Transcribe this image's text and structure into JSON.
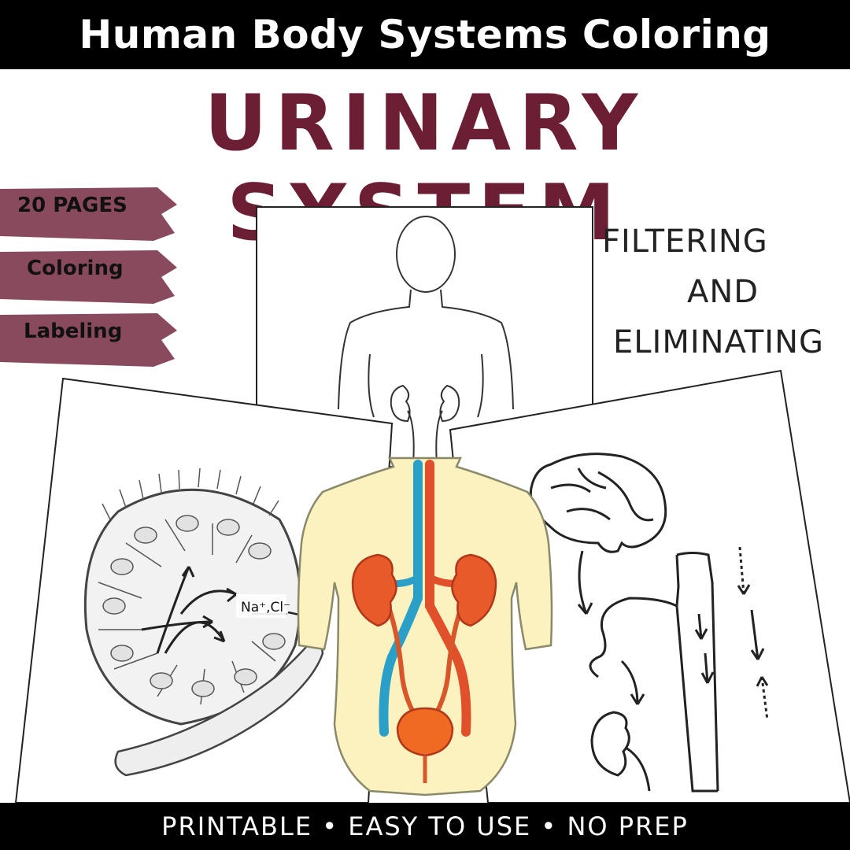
{
  "header": {
    "series_title": "Human Body Systems Coloring"
  },
  "main": {
    "title": "URINARY SYSTEM"
  },
  "badges": [
    "20 PAGES",
    "Coloring",
    "Labeling"
  ],
  "tagline": {
    "line1": "FILTERING",
    "line2": "AND",
    "line3": "ELIMINATING"
  },
  "illustration": {
    "ion_label": "Na⁺,Cl⁻"
  },
  "footer": {
    "features": "PRINTABLE • EASY TO USE • NO PREP"
  },
  "colors": {
    "title": "#6b1e34",
    "badge": "#8a4a5e",
    "skin": "#fbf2c0",
    "kidney": "#e85a2a",
    "vein": "#2aa0c8",
    "artery": "#e0502a"
  }
}
